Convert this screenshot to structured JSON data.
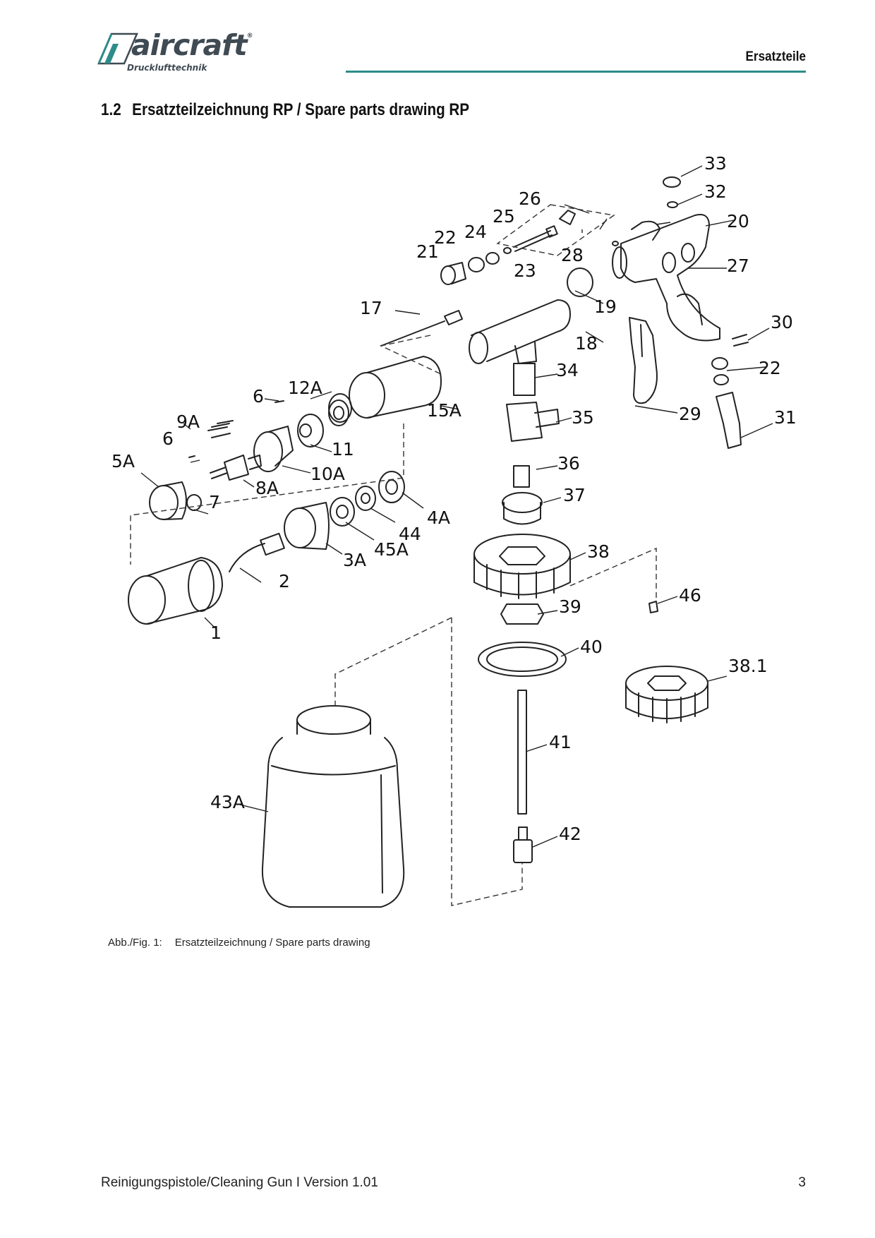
{
  "header": {
    "brand": "aircraft",
    "brand_sub": "Drucklufttechnik",
    "section_name": "Ersatzteile"
  },
  "section": {
    "number": "1.2",
    "title": "Ersatzteilzeichnung RP / Spare parts drawing RP"
  },
  "drawing": {
    "part_labels": [
      "33",
      "32",
      "26",
      "25",
      "24",
      "22",
      "21",
      "23",
      "20",
      "28",
      "27",
      "19",
      "17",
      "18",
      "30",
      "22",
      "34",
      "6",
      "12A",
      "15A",
      "31",
      "29",
      "9A",
      "11",
      "35",
      "6",
      "10A",
      "5A",
      "36",
      "8A",
      "7",
      "37",
      "4A",
      "44",
      "45A",
      "38",
      "3A",
      "2",
      "46",
      "39",
      "1",
      "40",
      "38.1",
      "41",
      "43A",
      "42"
    ]
  },
  "caption": {
    "label": "Abb./Fig. 1:",
    "text": "Ersatzteilzeichnung / Spare parts drawing"
  },
  "footer": {
    "document": "Reinigungspistole/Cleaning Gun I Version 1.01",
    "page": "3"
  },
  "colors": {
    "accent_rule": "#2d8c88",
    "logo": "#3f4a52"
  }
}
